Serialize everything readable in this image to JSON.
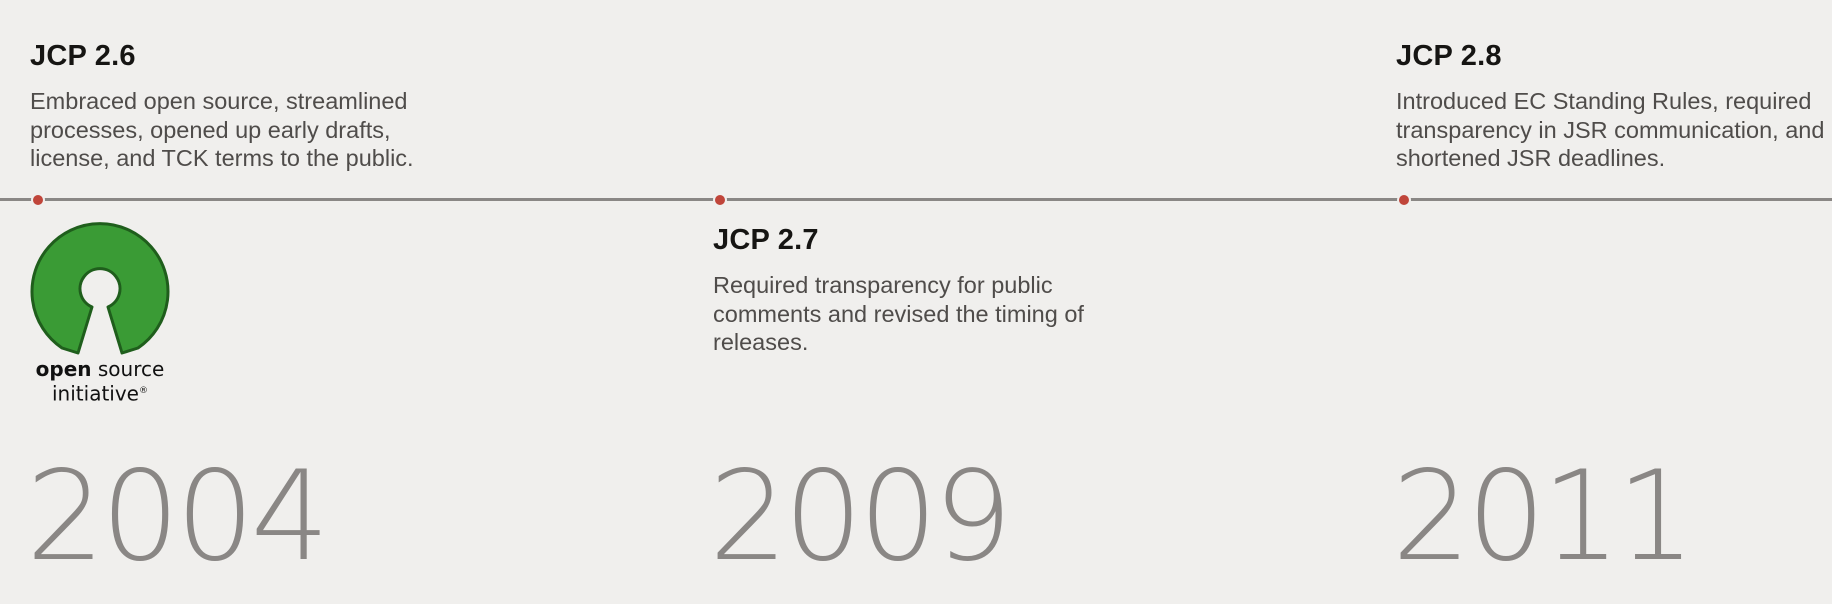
{
  "timeline": {
    "entries": [
      {
        "title": "JCP 2.6",
        "description": "Embraced open source, streamlined processes, opened up early drafts, license, and TCK terms to the public.",
        "year": "2004"
      },
      {
        "title": "JCP 2.7",
        "description": "Required transparency for public comments and revised the timing of releases.",
        "year": "2009"
      },
      {
        "title": "JCP 2.8",
        "description": "Introduced EC Standing Rules, required transparency in JSR communication, and shortened JSR deadlines.",
        "year": "2011"
      }
    ],
    "logo": {
      "name": "open-source-initiative-logo",
      "text_bold": "open",
      "text_regular": "source",
      "text_line2": "initiative",
      "mark": "®"
    },
    "colors": {
      "background": "#f0efed",
      "line": "#8a8785",
      "dot": "#c0453a",
      "logo_green": "#3a9b35"
    }
  }
}
